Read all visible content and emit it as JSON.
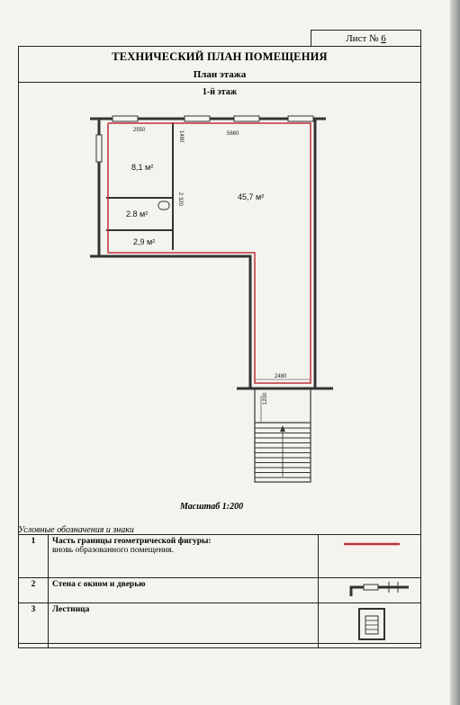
{
  "sheet": {
    "list_label": "Лист №",
    "list_number": "6",
    "title": "ТЕХНИЧЕСКИЙ ПЛАН ПОМЕЩЕНИЯ",
    "subtitle": "План этажа",
    "floor": "1-й этаж",
    "scale": "Масштаб 1:200"
  },
  "plan": {
    "dimensions": {
      "top_left_width": "2550",
      "top_right_width": "5660",
      "partition_1": "1480",
      "partition_2": "2 320",
      "corridor_width": "2480",
      "stair_length": "1200"
    },
    "areas": {
      "room_1": "8,1 м²",
      "room_main": "45,7 м²",
      "room_2": "2.8 м²",
      "room_3": "2,9 м²"
    },
    "boundary_color": "#c0303a"
  },
  "legend": {
    "caption": "Условные обозначения и знаки",
    "rows": [
      {
        "n": "1",
        "bold": "Часть границы геометрической фигуры:",
        "text": "вновь образованного помещения."
      },
      {
        "n": "2",
        "bold": "Стена с окном и дверью",
        "text": ""
      },
      {
        "n": "3",
        "bold": "Лестница",
        "text": ""
      }
    ]
  }
}
